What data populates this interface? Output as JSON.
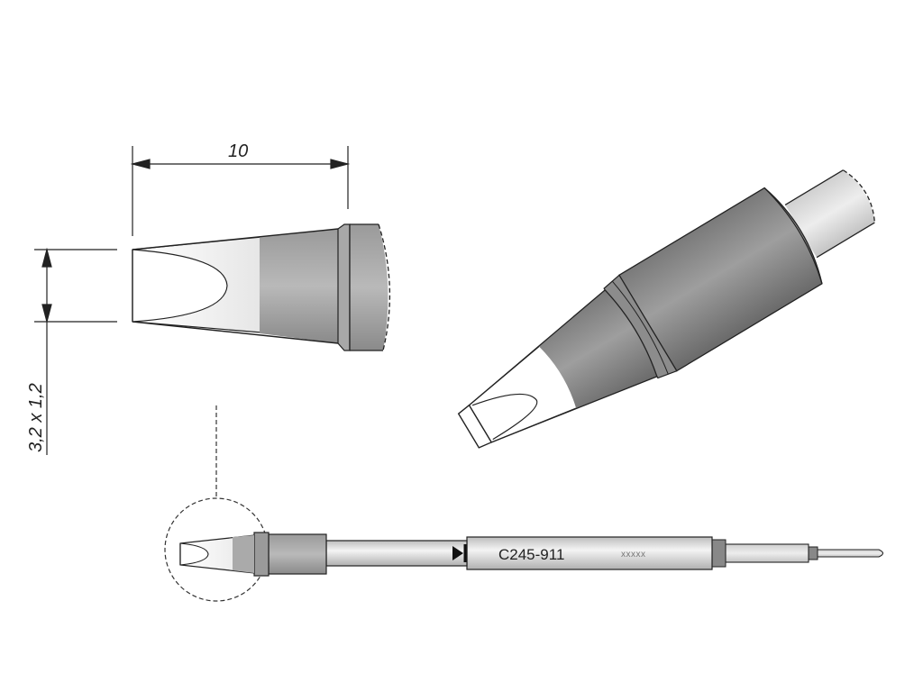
{
  "dimensions": {
    "length_label": "10",
    "width_label": "3,2 x 1,2"
  },
  "tip": {
    "part_number": "C245-911",
    "serial_placeholder": "xxxxx"
  },
  "icons": {
    "direction_marker": "triangle-arrow-icon"
  },
  "colors": {
    "outline": "#222222",
    "body_gray": "#8a8a8a",
    "light_gray": "#c8c8c8",
    "tinned_white": "#ffffff"
  }
}
